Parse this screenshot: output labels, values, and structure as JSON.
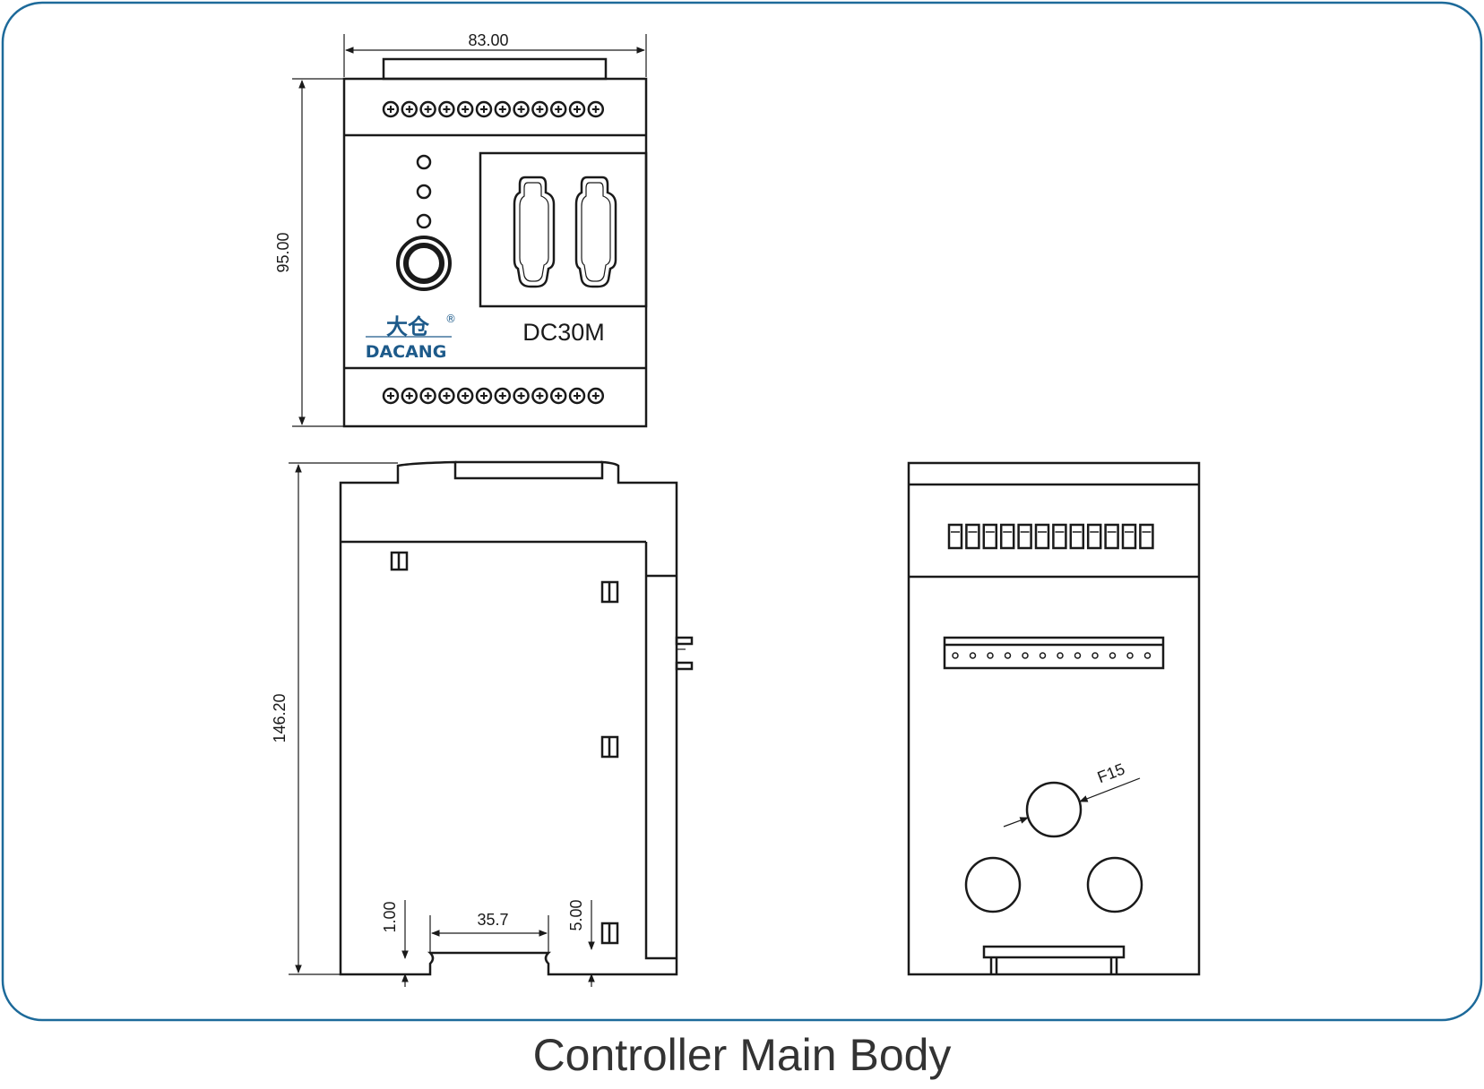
{
  "caption": "Controller Main Body",
  "front_view": {
    "width_dim": "83.00",
    "height_dim": "95.00",
    "model_label": "DC30M",
    "brand": {
      "name_cn": "大仓",
      "name_en": "DACANG",
      "registered_mark": "®"
    }
  },
  "side_view": {
    "height_dim": "146.20",
    "rail_width_dim": "35.7",
    "rail_left_dim": "1.00",
    "rail_right_dim": "5.00"
  },
  "rear_view": {
    "hole_dim": "F15"
  },
  "colors": {
    "frame_border": "#1d6a9a",
    "brand": "#1d5a8a",
    "line": "#1a1a1a",
    "caption": "#333333"
  }
}
